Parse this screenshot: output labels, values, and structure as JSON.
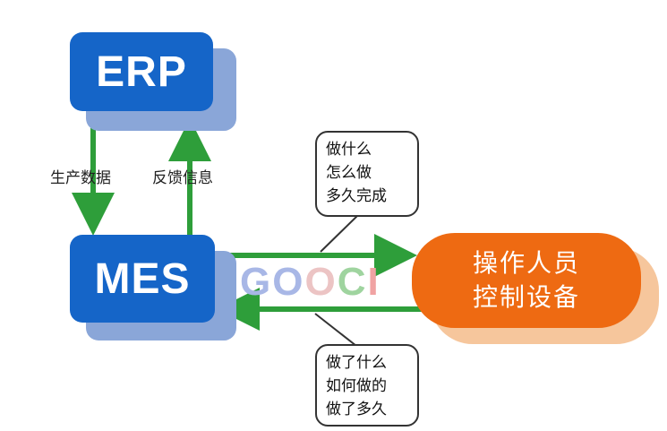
{
  "nodes": {
    "erp": "ERP",
    "mes": "MES",
    "operator": [
      "操作人员",
      "控制设备"
    ]
  },
  "edges": {
    "erp_to_mes": "生产数据",
    "mes_to_erp": "反馈信息"
  },
  "callouts": {
    "to_operator": [
      "做什么",
      "怎么做",
      "多久完成"
    ],
    "from_operator": [
      "做了什么",
      "如何做的",
      "做了多久"
    ]
  },
  "watermark": [
    "G",
    "O",
    "O",
    "C",
    "I"
  ],
  "colors": {
    "box_blue": "#1565c8",
    "box_shadow": "#8aa6d8",
    "arrow_green": "#2e9e3a",
    "pill_orange": "#ee6a12",
    "pill_shadow": "#f6c69c"
  }
}
